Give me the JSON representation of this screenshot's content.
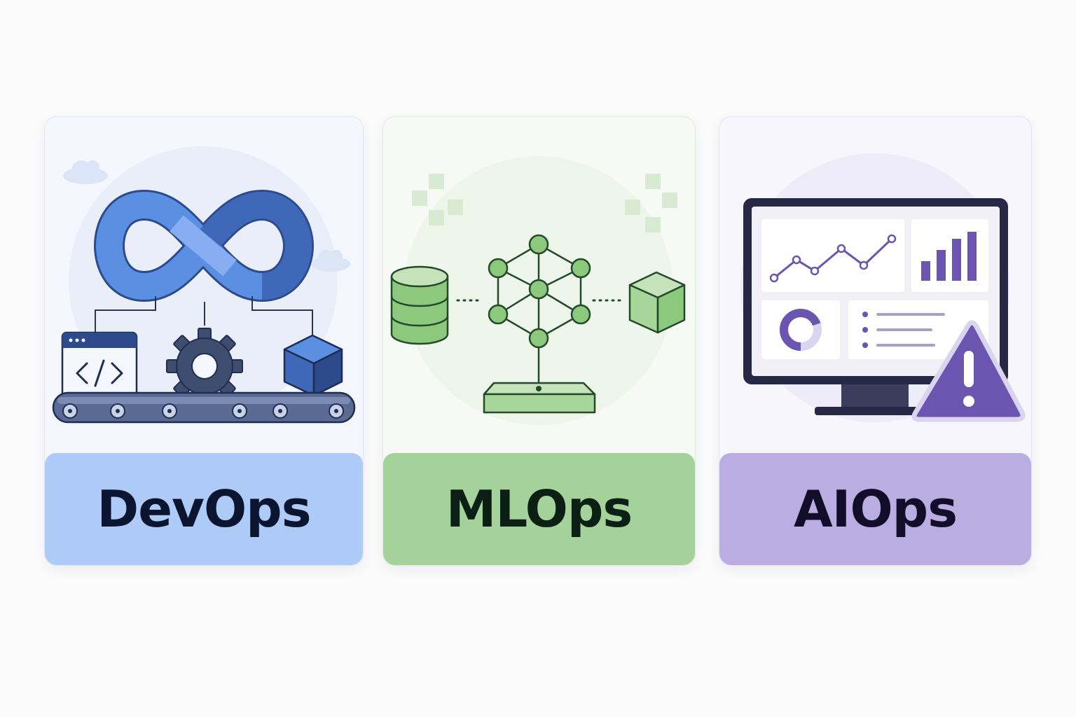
{
  "cards": [
    {
      "label": "DevOps",
      "panel_color": "#aecbf8",
      "text_color": "#0c1530",
      "icons": [
        "cloud-icon",
        "infinity-loop-icon",
        "code-window-icon",
        "gear-icon",
        "cube-icon",
        "conveyor-belt-icon"
      ]
    },
    {
      "label": "MLOps",
      "panel_color": "#a5d29a",
      "text_color": "#0c1f14",
      "icons": [
        "database-icon",
        "neural-network-icon",
        "cube-icon",
        "platform-icon"
      ]
    },
    {
      "label": "AIOps",
      "panel_color": "#b9ade2",
      "text_color": "#120e2a",
      "icons": [
        "monitor-icon",
        "line-chart-icon",
        "bar-chart-icon",
        "donut-chart-icon",
        "list-icon",
        "warning-icon"
      ]
    }
  ],
  "colors": {
    "devops_accent": "#4a7fd8",
    "devops_dark": "#2c4a8c",
    "mlops_accent": "#8cc97c",
    "mlops_dark": "#234a2c",
    "aiops_accent": "#6b55b0",
    "aiops_dark": "#262846"
  }
}
